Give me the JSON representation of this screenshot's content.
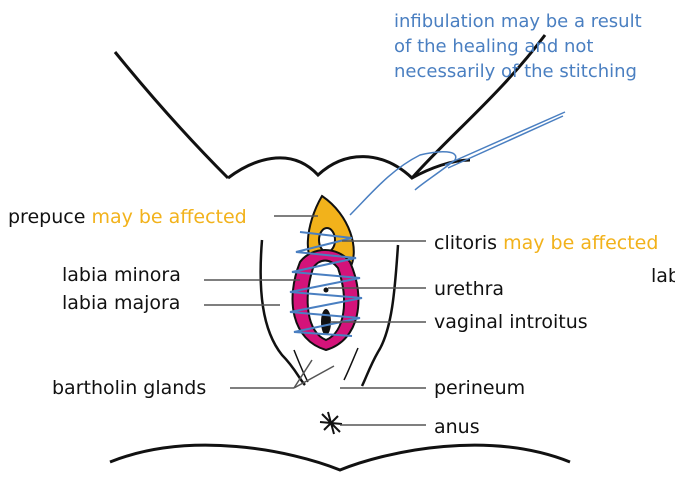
{
  "note": {
    "lines": [
      "infibulation may be a result",
      "of the healing and not",
      "necessarily of the stitching"
    ]
  },
  "labels": {
    "prepuce": {
      "name": "prepuce",
      "note": "may be affected"
    },
    "clitoris": {
      "name": "clitoris",
      "note": "may be affected"
    },
    "labia_minora": "labia minora",
    "labia_majora": "labia majora",
    "bartholin_glands": "bartholin glands",
    "urethra": "urethra",
    "vaginal_introitus": "vaginal introitus",
    "perineum": "perineum",
    "anus": "anus",
    "clipped_right": "lab"
  },
  "colors": {
    "highlight": "#f2b21b",
    "note_text": "#4a7fc1",
    "suture": "#4a7fc1",
    "prepuce_fill": "#f2b21b",
    "labia_fill": "#d4137a",
    "outline": "#111111",
    "leader": "#555555"
  }
}
